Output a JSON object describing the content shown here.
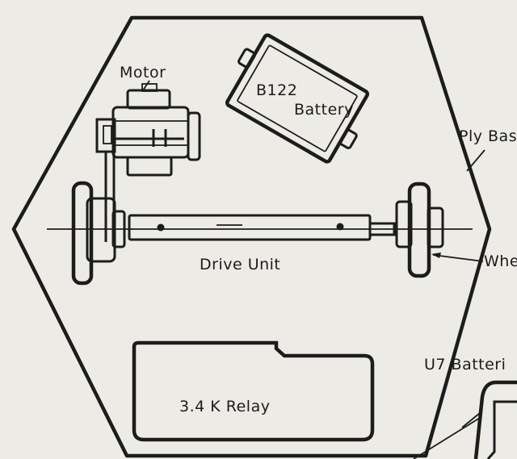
{
  "labels": {
    "motor": "Motor",
    "battery_model": "B122",
    "battery": "Battery",
    "ply_base": "Ply Bas",
    "drive_unit": "Drive Unit",
    "wheel": "Whe",
    "u7_batteries": "U7 Batteri",
    "relay": "3.4 K Relay"
  },
  "colors": {
    "paper": "#ecebe6",
    "ink": "#1c1c1c"
  }
}
